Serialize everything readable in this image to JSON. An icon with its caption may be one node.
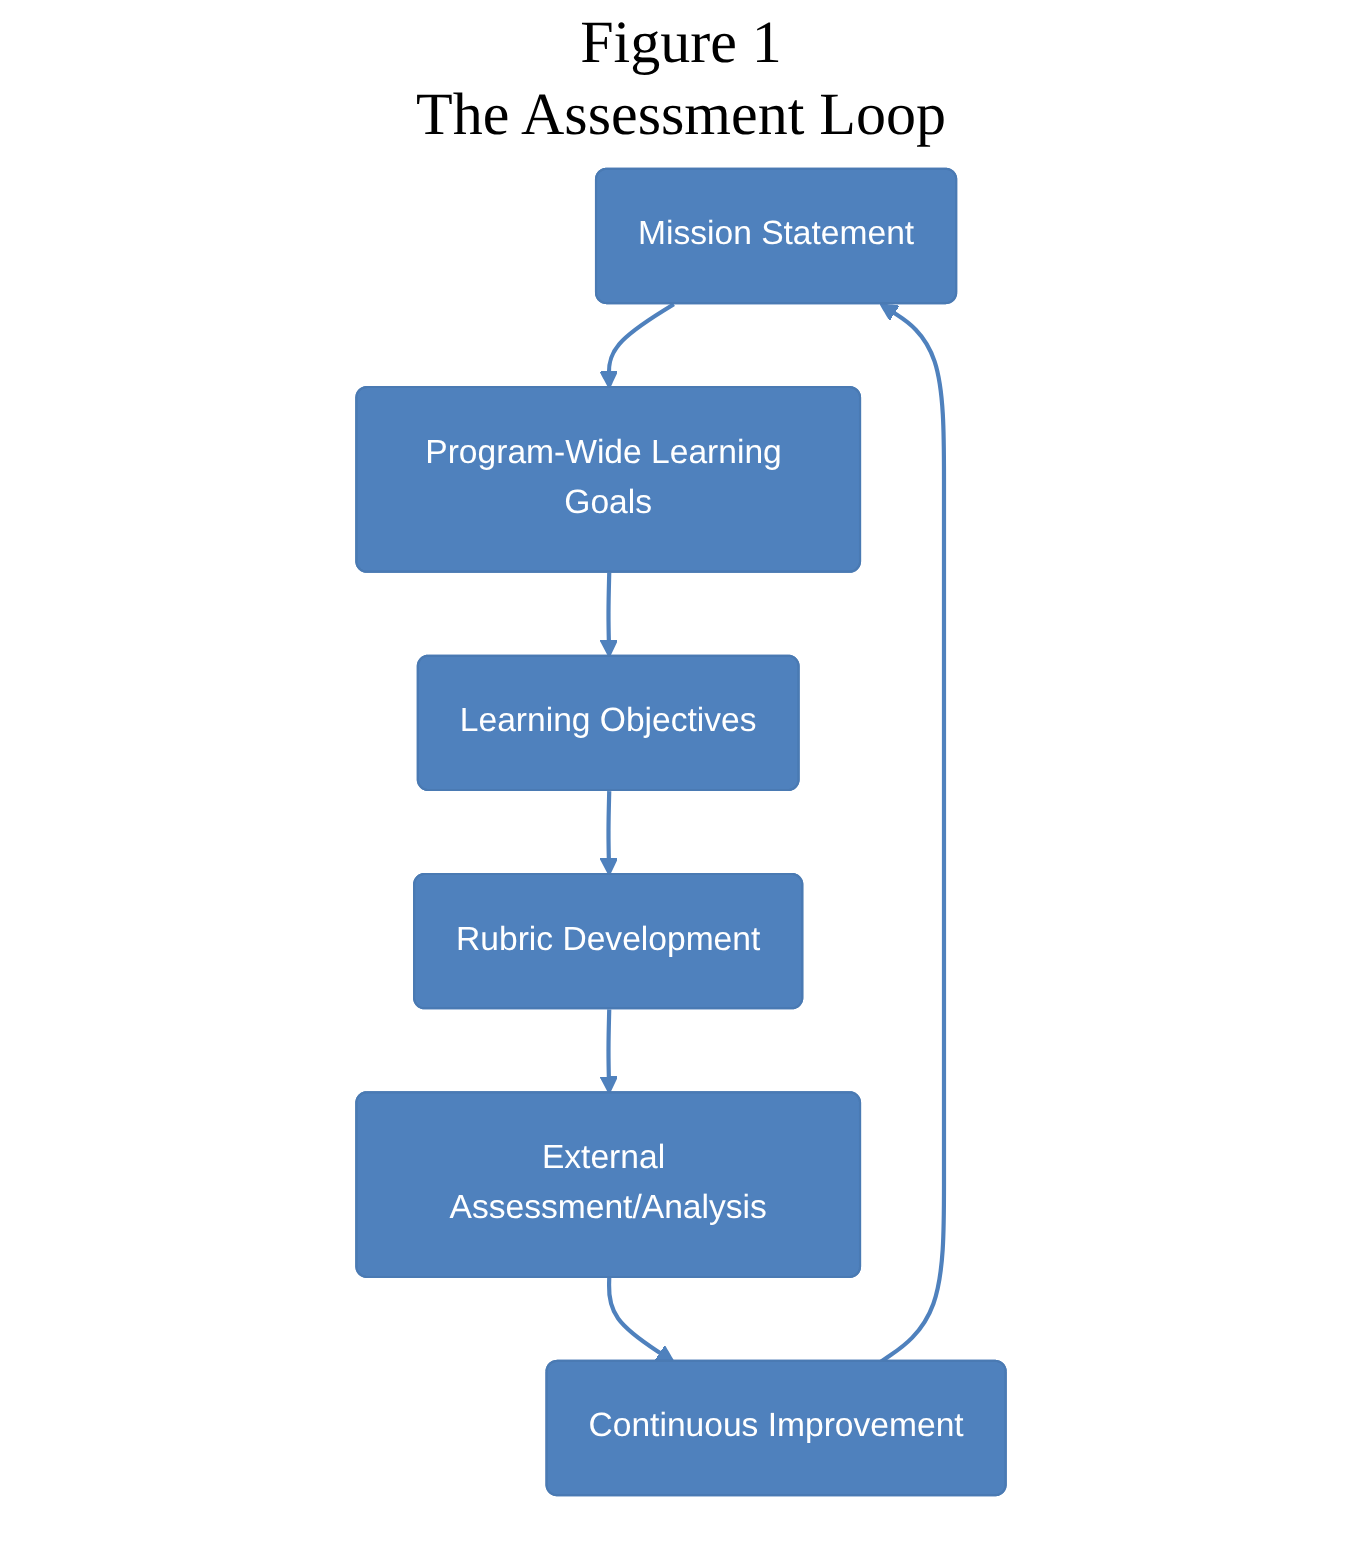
{
  "diagram": {
    "title": "The Assessment Loop",
    "labels": [
      "Figure 1"
    ],
    "nodes": [
      {
        "text": [
          "Mission Statement"
        ]
      },
      {
        "text": [
          "Program-Wide Learning Goals"
        ]
      },
      {
        "text": [
          "Learning Objectives"
        ]
      },
      {
        "text": [
          "Rubric Development"
        ]
      },
      {
        "text": [
          "External Assessment/Analysis"
        ]
      },
      {
        "text": [
          "Continuous Improvement"
        ]
      }
    ],
    "edges": [
      {
        "from": 0,
        "to": 1,
        "arrow": "to"
      },
      {
        "from": 1,
        "to": 2,
        "arrow": "to"
      },
      {
        "from": 2,
        "to": 3,
        "arrow": "to"
      },
      {
        "from": 3,
        "to": 4,
        "arrow": "to"
      },
      {
        "from": 4,
        "to": 5,
        "arrow": "to"
      },
      {
        "from": 5,
        "to": 0,
        "arrow": "to"
      }
    ]
  }
}
